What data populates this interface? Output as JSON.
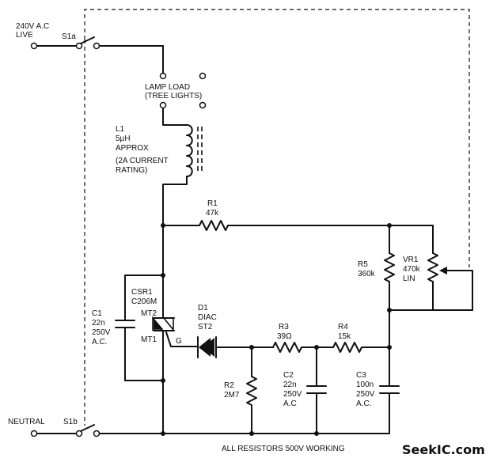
{
  "labels": {
    "live": [
      "240V A.C",
      "LIVE"
    ],
    "s1a": "S1a",
    "lamp_load": [
      "LAMP LOAD",
      "(TREE LIGHTS)"
    ],
    "l1": [
      "L1",
      "5µH",
      "APPROX",
      "(2A CURRENT",
      "RATING)"
    ],
    "r1": [
      "R1",
      "47k"
    ],
    "r5": [
      "R5",
      "360k"
    ],
    "vr1": [
      "VR1",
      "470k",
      "LIN"
    ],
    "csr1": [
      "CSR1",
      "C206M"
    ],
    "mt2": "MT2",
    "mt1": "MT1",
    "g": "G",
    "c1": [
      "C1",
      "22n",
      "250V",
      "A.C."
    ],
    "d1": [
      "D1",
      "DIAC",
      "ST2"
    ],
    "r3": [
      "R3",
      "39Ω"
    ],
    "r4": [
      "R4",
      "15k"
    ],
    "r2": [
      "R2",
      "2M7"
    ],
    "c2": [
      "C2",
      "22n",
      "250V",
      "A.C"
    ],
    "c3": [
      "C3",
      "100n",
      "250V",
      "A.C."
    ],
    "neutral": "NEUTRAL",
    "s1b": "S1b",
    "footer": "ALL RESISTORS 500V WORKING",
    "watermark": "SeekIC.com"
  }
}
